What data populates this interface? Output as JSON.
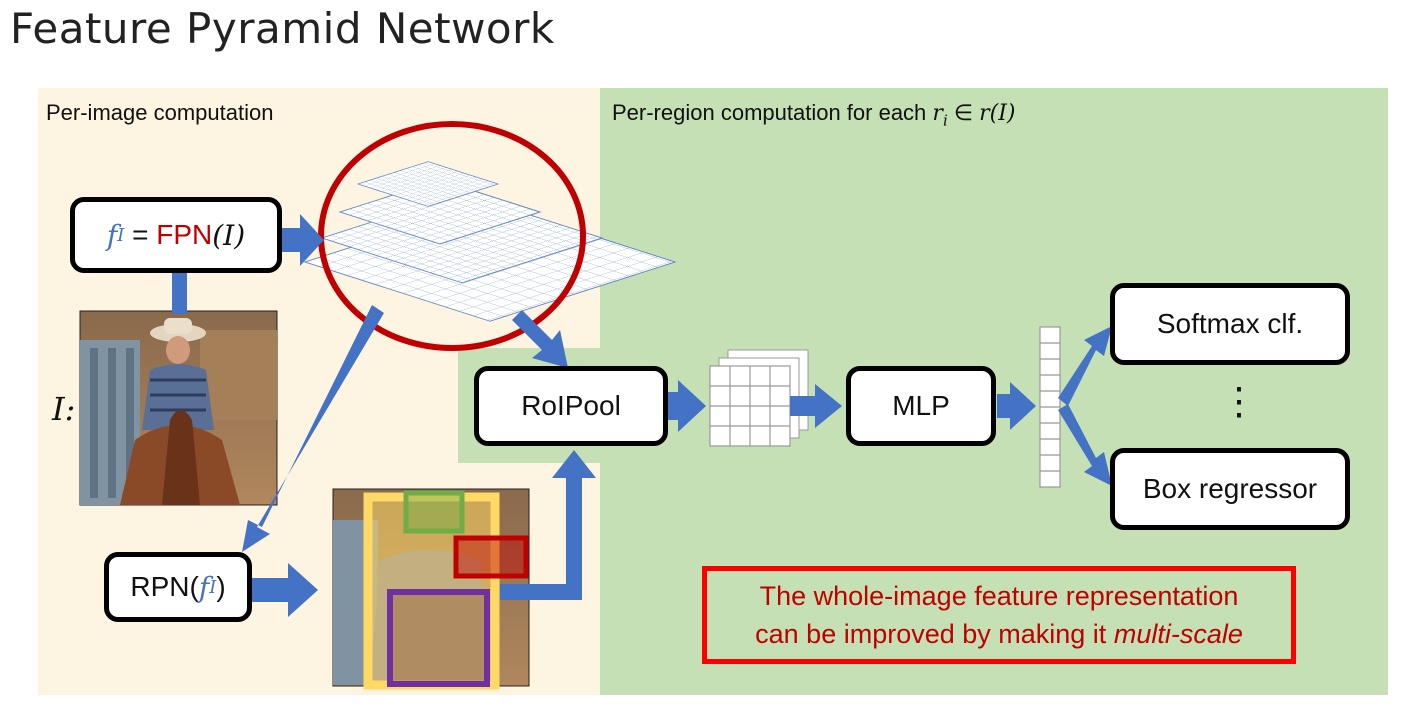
{
  "title": "Feature Pyramid Network",
  "panels": {
    "left_label": "Per-image computation",
    "right_label_prefix": "Per-region computation for each ",
    "right_label_ri": "r",
    "right_label_sub": "i",
    "right_label_rest": " ∈ ",
    "right_label_rI": "r(I)"
  },
  "fpn_box": {
    "f": "f",
    "sub": "I",
    "eq": " = ",
    "fpn": "FPN",
    "arg": "(I)"
  },
  "input_label": "I:",
  "rpn_box": {
    "prefix": "RPN(",
    "f": "f",
    "sub": "I",
    "suffix": ")"
  },
  "roipool_label": "RoIPool",
  "mlp_label": "MLP",
  "softmax_label": "Softmax clf.",
  "ellipsis": "⋮",
  "box_regressor_label": "Box regressor",
  "note": {
    "line1": "The whole-image feature representation",
    "line2_prefix": "can be improved by making it ",
    "line2_emph": "multi-scale"
  },
  "colors": {
    "arrow": "#4472c4",
    "circle": "#c00000",
    "left_panel": "#fdf4e2",
    "right_panel": "#c5e0b5",
    "roi_yellow": "#ffd966",
    "roi_green": "#70ad47",
    "roi_red": "#c00000",
    "roi_purple": "#7030a0"
  }
}
